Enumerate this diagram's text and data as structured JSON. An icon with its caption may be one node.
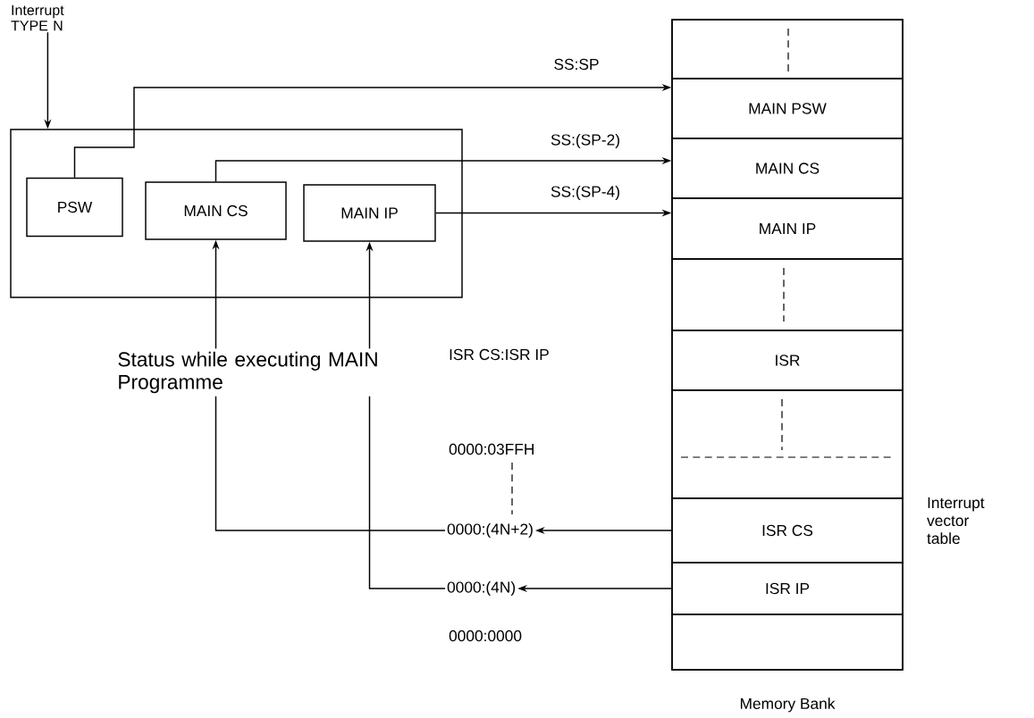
{
  "diagram": {
    "nodes": [
      {
        "text": [
          "Interrupt TYPE N"
        ]
      },
      {
        "text": [],
        "shape": "box"
      },
      {
        "text": [
          "PSW"
        ],
        "in": 1
      },
      {
        "text": [
          "MAIN CS"
        ],
        "in": 1
      },
      {
        "text": [
          "MAIN IP"
        ],
        "in": 1
      },
      {
        "text": [
          "Memory Bank"
        ]
      },
      {
        "text": [],
        "shape": "box",
        "in": 5
      },
      {
        "text": [
          "MAIN PSW"
        ],
        "in": 5
      },
      {
        "text": [
          "MAIN CS"
        ],
        "in": 5
      },
      {
        "text": [
          "MAIN IP"
        ],
        "in": 5
      },
      {
        "text": [],
        "shape": "box",
        "in": 5
      },
      {
        "text": [
          "ISR"
        ],
        "in": 5
      },
      {
        "text": [],
        "shape": "box",
        "in": 5
      },
      {
        "text": [
          "ISR CS"
        ],
        "in": 5
      },
      {
        "text": [
          "ISR IP"
        ],
        "in": 5
      },
      {
        "text": [],
        "shape": "box",
        "in": 5
      },
      {
        "text": [
          "0000:(4N+2)"
        ]
      },
      {
        "text": [
          "0000:(4N)"
        ]
      },
      {
        "text": [
          "Status while executing MAIN Programme"
        ]
      }
    ],
    "edges": [
      {
        "from": 0,
        "to": 1,
        "arrow": "to"
      },
      {
        "from": 2,
        "to": 7,
        "arrow": "to",
        "label": "SS:SP"
      },
      {
        "from": 3,
        "to": 8,
        "arrow": "to",
        "label": "SS:(SP-2)"
      },
      {
        "from": 4,
        "to": 9,
        "arrow": "to",
        "label": "SS:(SP-4)"
      },
      {
        "from": 13,
        "to": 16,
        "arrow": "to"
      },
      {
        "from": 14,
        "to": 17,
        "arrow": "to"
      },
      {
        "from": 16,
        "to": 18,
        "arrow": "none"
      },
      {
        "from": 17,
        "to": 18,
        "arrow": "none"
      },
      {
        "from": 18,
        "to": 3,
        "arrow": "to"
      },
      {
        "from": 18,
        "to": 4,
        "arrow": "to"
      }
    ],
    "labels": [
      "ISR CS:ISR IP",
      "0000:03FFH",
      "0000:0000",
      "Interrupt vector table"
    ]
  }
}
